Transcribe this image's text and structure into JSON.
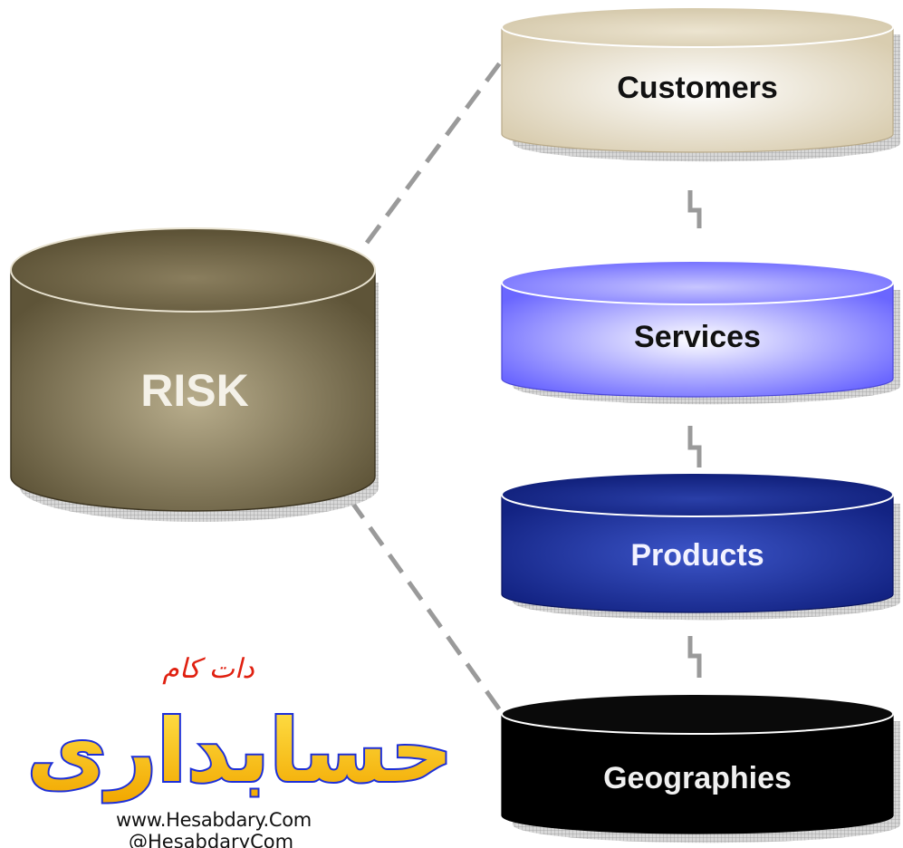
{
  "center": {
    "label": "RISK"
  },
  "categories": [
    {
      "label": "Customers"
    },
    {
      "label": "Services"
    },
    {
      "label": "Products"
    },
    {
      "label": "Geographies"
    }
  ],
  "colors": {
    "risk": "#6e6448",
    "customers": "#e6dcc4",
    "services": "#7a78ff",
    "products": "#1c2f8e",
    "geographies": "#000000",
    "connector": "#999999"
  },
  "logo": {
    "arabic": "حسابداری",
    "arabic_small": "دات کام",
    "url": "www.Hesabdary.Com",
    "handle": "@HesabdaryCom"
  }
}
